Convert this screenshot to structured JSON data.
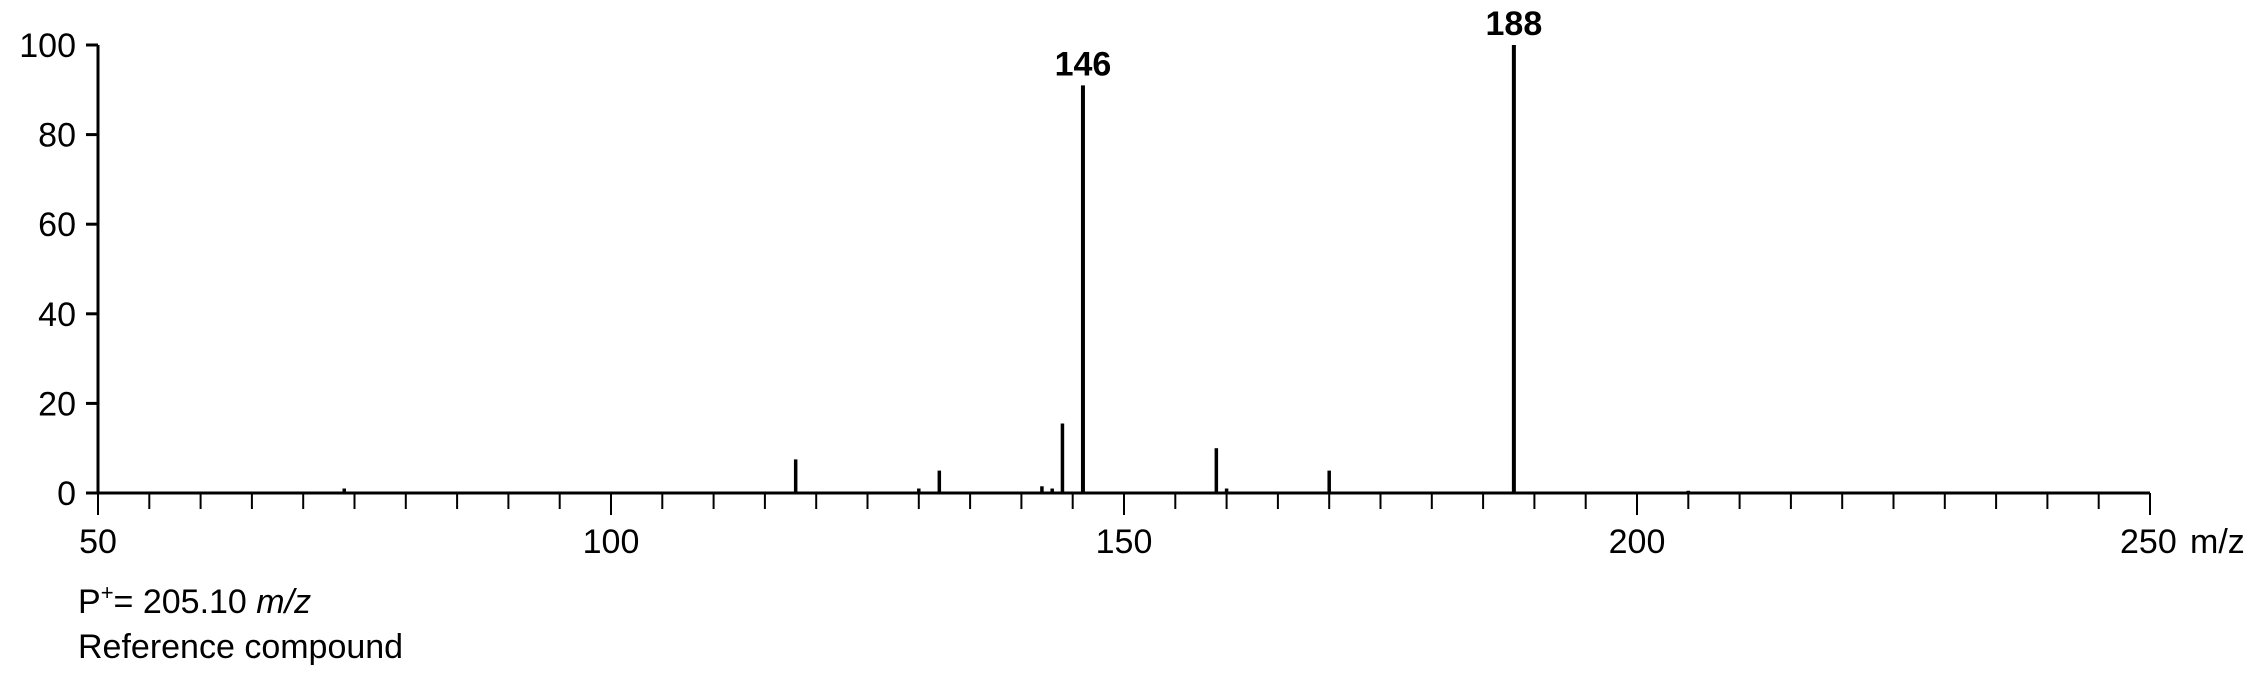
{
  "chart_data": {
    "type": "bar",
    "x_unit_label": "m/z",
    "xlim": [
      50,
      250
    ],
    "ylim": [
      0,
      100
    ],
    "x_major_ticks": [
      50,
      100,
      150,
      200,
      250
    ],
    "x_minor_tick_step": 5,
    "y_ticks": [
      0,
      20,
      40,
      60,
      80,
      100
    ],
    "grid": false,
    "peaks": [
      {
        "mz": 74,
        "intensity": 1
      },
      {
        "mz": 118,
        "intensity": 7.5
      },
      {
        "mz": 130,
        "intensity": 1
      },
      {
        "mz": 132,
        "intensity": 5
      },
      {
        "mz": 142,
        "intensity": 1.5
      },
      {
        "mz": 143,
        "intensity": 1
      },
      {
        "mz": 144,
        "intensity": 15.5
      },
      {
        "mz": 146,
        "intensity": 91,
        "label": "146"
      },
      {
        "mz": 159,
        "intensity": 10
      },
      {
        "mz": 160,
        "intensity": 1
      },
      {
        "mz": 170,
        "intensity": 5
      },
      {
        "mz": 188,
        "intensity": 100,
        "label": "188"
      },
      {
        "mz": 205,
        "intensity": 0.5
      }
    ]
  },
  "caption": {
    "parent_prefix": "P",
    "parent_sup": "+",
    "parent_value": "= 205.10 ",
    "parent_unit": "m/z",
    "compound": "Reference compound"
  }
}
